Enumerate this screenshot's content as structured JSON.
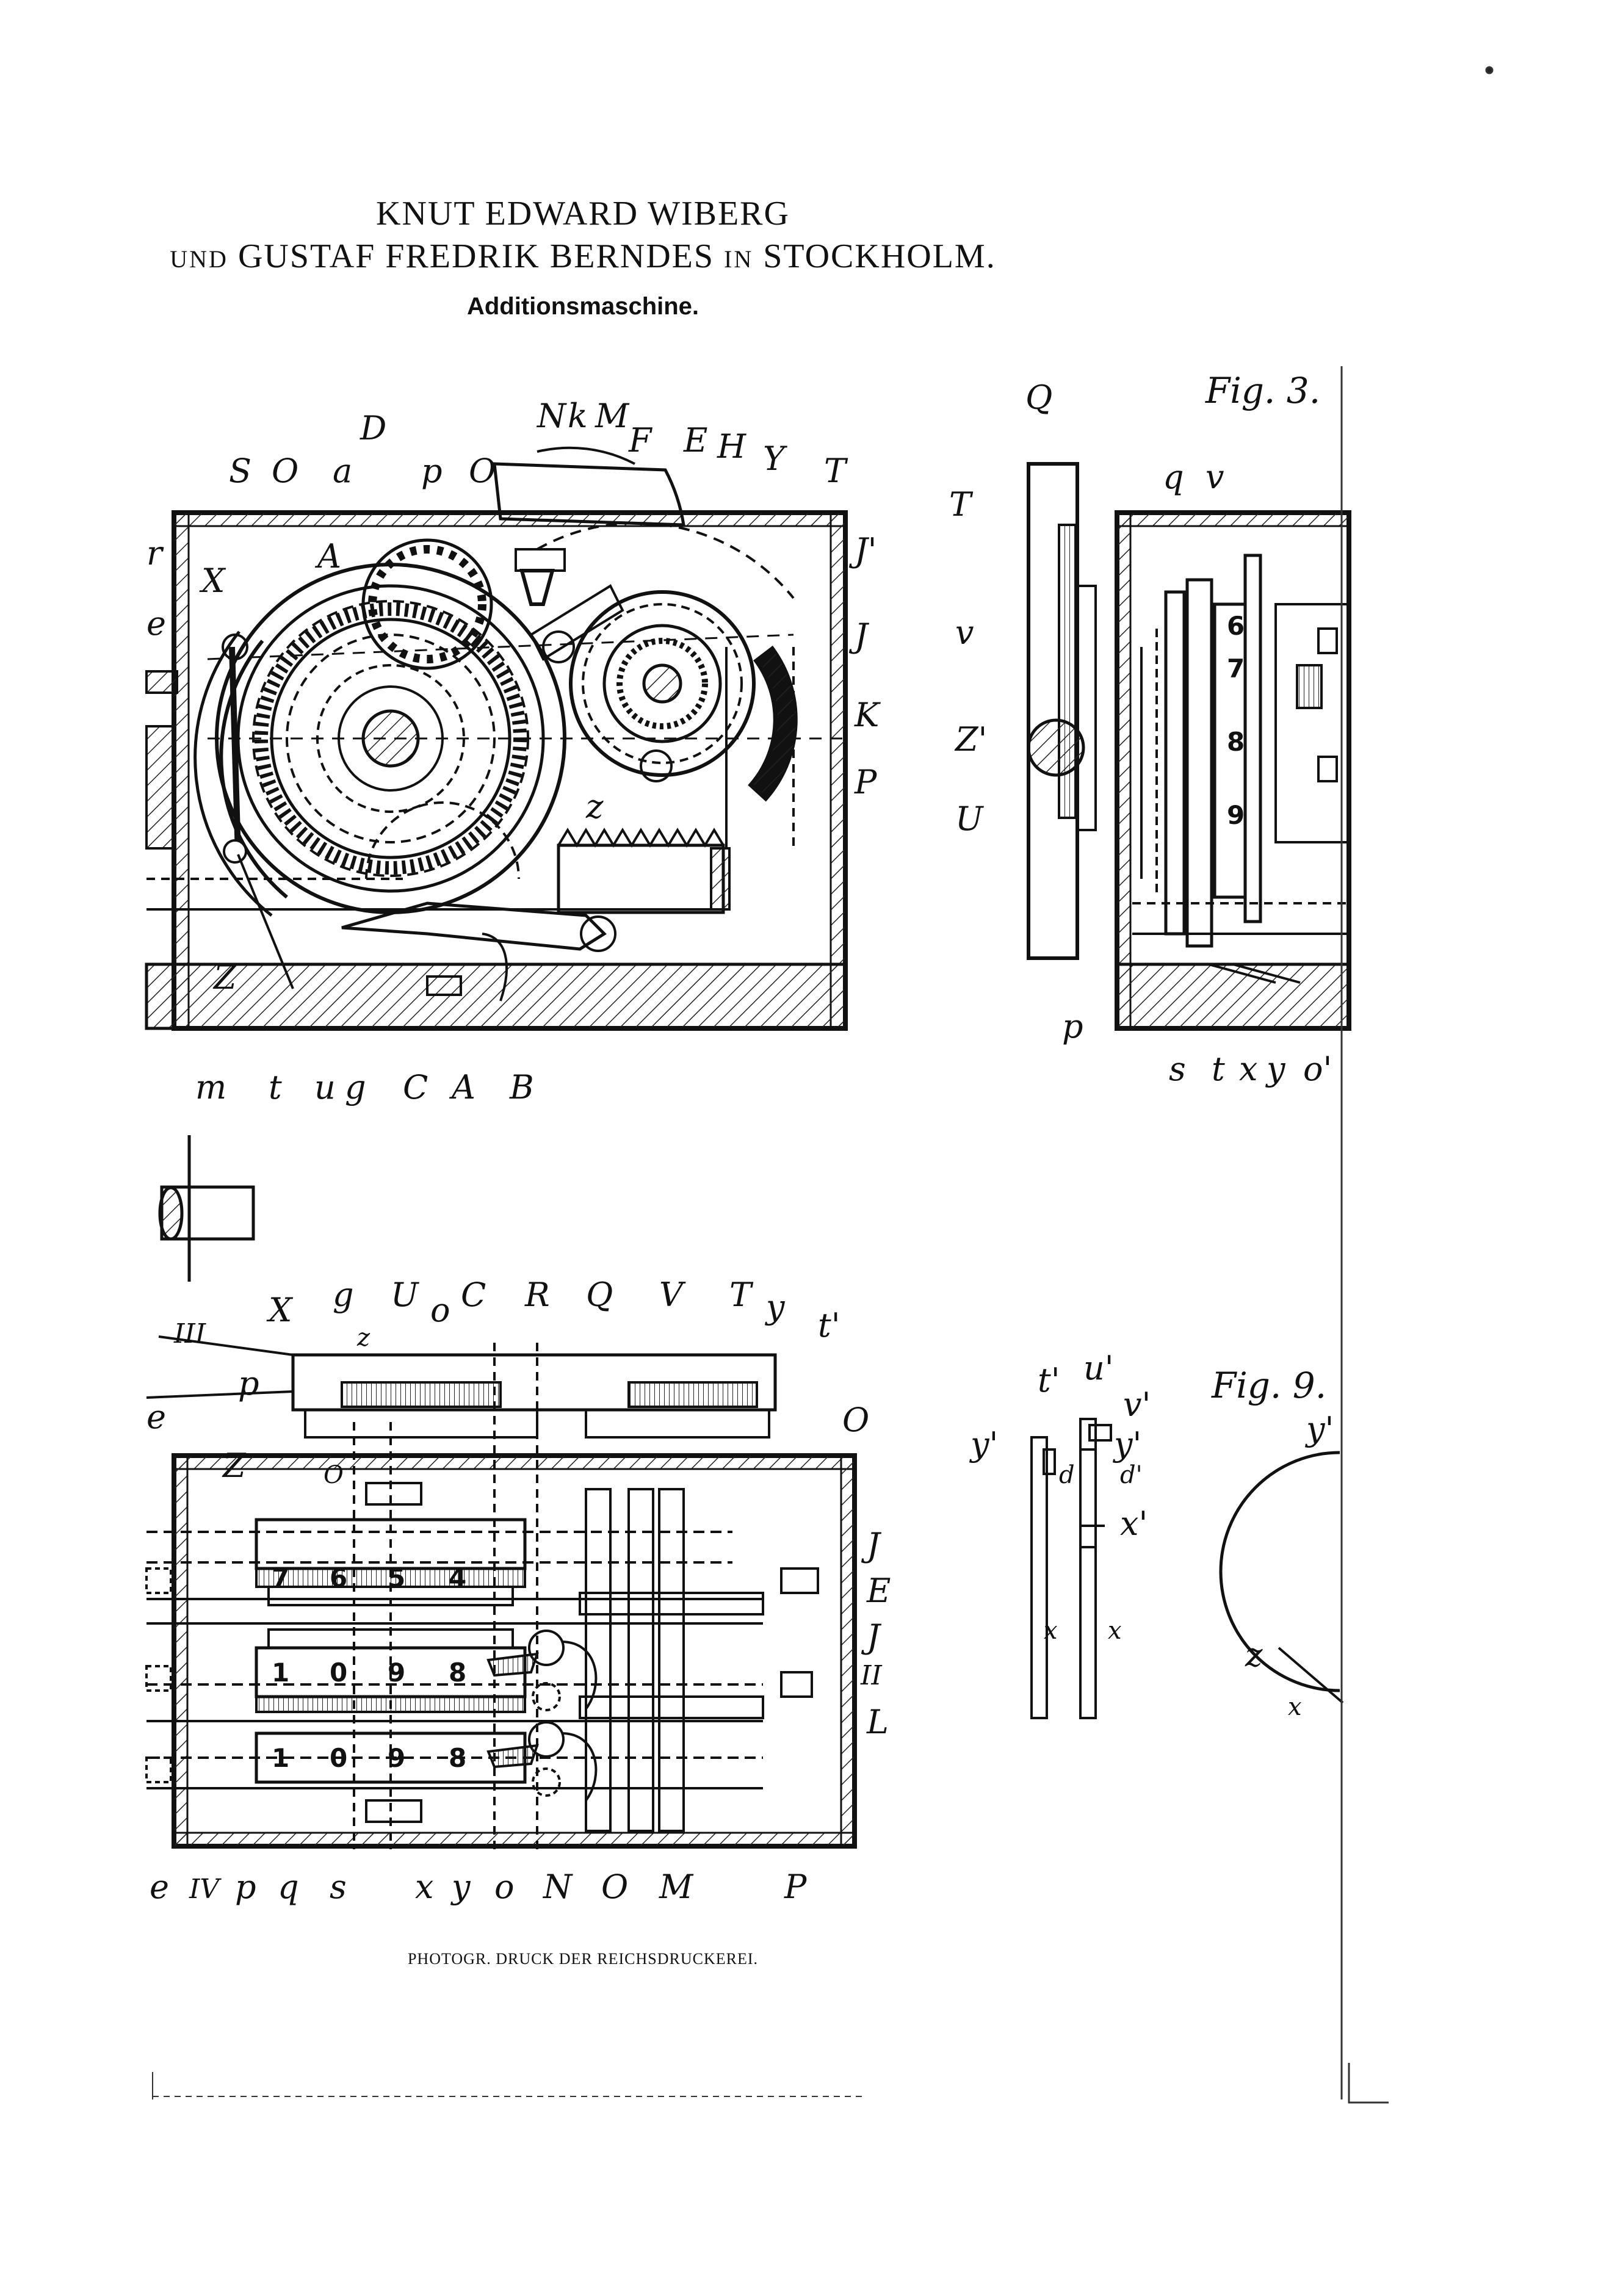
{
  "header": {
    "line1": "KNUT EDWARD WIBERG",
    "line2_und": "UND",
    "line2_names": "GUSTAF FREDRIK BERNDES",
    "line2_in": "IN",
    "line2_city": "STOCKHOLM.",
    "title": "Additionsmaschine."
  },
  "figures": {
    "fig3": "Fig. 3.",
    "fig9": "Fig. 9."
  },
  "labels_fig1_top": [
    "S",
    "O",
    "a",
    "p",
    "O",
    "N",
    "k",
    "M",
    "F",
    "E",
    "H",
    "Y",
    "T"
  ],
  "labels_fig1_other": {
    "D": "D",
    "A2": "A",
    "X": "X",
    "r": "r",
    "e": "e",
    "z": "z",
    "J1": "J'",
    "J": "J",
    "K": "K",
    "P": "P",
    "bottom": [
      "m",
      "t",
      "u",
      "g",
      "C",
      "A",
      "B"
    ],
    "Z": "Z"
  },
  "labels_fig3": {
    "Q": "Q",
    "T": "T",
    "v": "v",
    "Z1": "Z'",
    "U": "U",
    "p": "p",
    "q": "q",
    "v2": "v",
    "bottom": [
      "s",
      "t",
      "x",
      "y",
      "o'"
    ]
  },
  "labels_fig2": {
    "top": [
      "X",
      "g",
      "U",
      "o",
      "C",
      "R",
      "Q",
      "V",
      "T",
      "y",
      "t'"
    ],
    "z": "z",
    "III": "III",
    "p": "p",
    "e": "e",
    "Z": "Z",
    "O1": "O",
    "O2": "O",
    "right": [
      "J",
      "E",
      "J",
      "II",
      "L"
    ],
    "bottom": [
      "e",
      "IV",
      "p",
      "q",
      "s",
      "x",
      "y",
      "o",
      "N",
      "O",
      "M",
      "P"
    ],
    "digits_row1": [
      "7",
      "6",
      "5",
      "4"
    ],
    "digits_row2": [
      "1",
      "0",
      "9",
      "8"
    ],
    "digits_row3": [
      "1",
      "0",
      "9",
      "8"
    ]
  },
  "labels_fig3_digits": [
    "6",
    "7",
    "8",
    "9"
  ],
  "labels_fig9": {
    "t1": "t'",
    "u1": "u'",
    "v1": "v'",
    "y_left": "y'",
    "y_right": "y'",
    "d_left": "d",
    "d_right": "d'",
    "x1": "x'",
    "x_left": "x",
    "x_right": "x",
    "y_far": "y'",
    "z": "z",
    "x_far": "x"
  },
  "footer": "PHOTOGR. DRUCK DER REICHSDRUCKEREI."
}
